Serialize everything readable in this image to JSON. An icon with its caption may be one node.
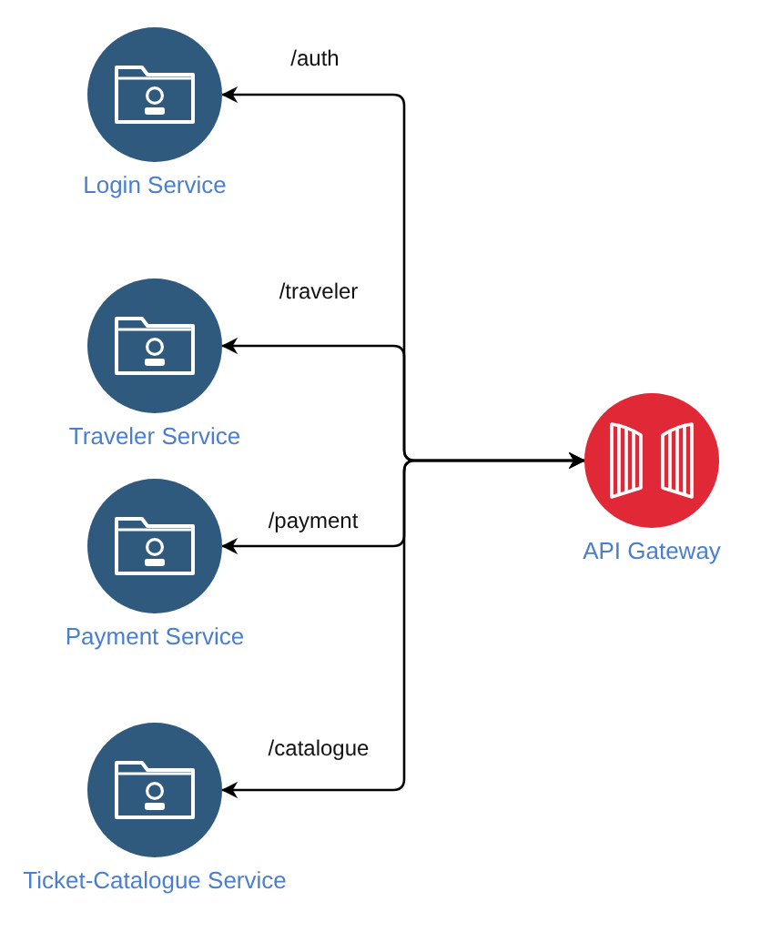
{
  "diagram": {
    "nodes": [
      {
        "text": [
          "Login Service"
        ]
      },
      {
        "text": [
          "Traveler Service"
        ]
      },
      {
        "text": [
          "Payment Service"
        ]
      },
      {
        "text": [
          "Ticket-Catalogue Service"
        ]
      },
      {
        "text": [
          "API Gateway"
        ]
      }
    ],
    "edges": [
      {
        "from": 4,
        "to": 0,
        "arrow": "both",
        "label": "/auth"
      },
      {
        "from": 4,
        "to": 1,
        "arrow": "both",
        "label": "/traveler"
      },
      {
        "from": 4,
        "to": 2,
        "arrow": "both",
        "label": "/payment"
      },
      {
        "from": 4,
        "to": 3,
        "arrow": "both",
        "label": "/catalogue"
      }
    ]
  }
}
